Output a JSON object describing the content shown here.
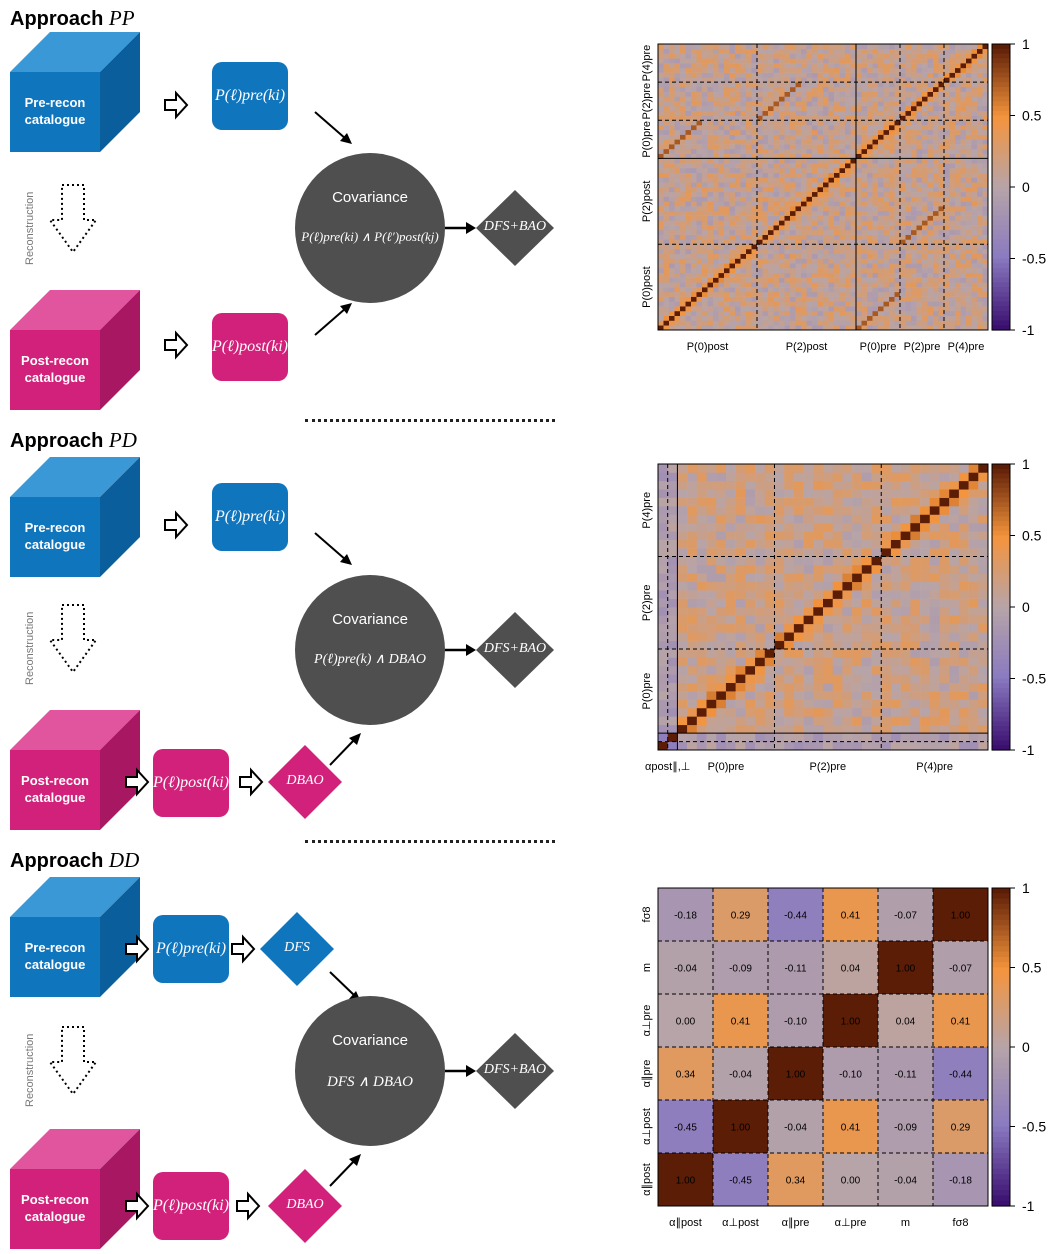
{
  "sections": [
    {
      "title_word": "Approach",
      "title_math": "PP",
      "pre_catalogue": "Pre-recon catalogue",
      "post_catalogue": "Post-recon catalogue",
      "reconstruction": "Reconstruction",
      "pre_box": "P(ℓ)pre(ki)",
      "post_box": "P(ℓ)post(ki)",
      "covariance_title": "Covariance",
      "covariance_expr": "P(ℓ)pre(ki) ∧ P(ℓ′)post(kj)",
      "output": "DFS+BAO"
    },
    {
      "title_word": "Approach",
      "title_math": "PD",
      "pre_catalogue": "Pre-recon catalogue",
      "post_catalogue": "Post-recon catalogue",
      "reconstruction": "Reconstruction",
      "pre_box": "P(ℓ)pre(ki)",
      "post_box": "P(ℓ)post(ki)",
      "post_diamond": "DBAO",
      "covariance_title": "Covariance",
      "covariance_expr": "P(ℓ)pre(k) ∧ DBAO",
      "output": "DFS+BAO"
    },
    {
      "title_word": "Approach",
      "title_math": "DD",
      "pre_catalogue": "Pre-recon catalogue",
      "post_catalogue": "Post-recon catalogue",
      "reconstruction": "Reconstruction",
      "pre_box": "P(ℓ)pre(ki)",
      "pre_diamond": "DFS",
      "post_box": "P(ℓ)post(ki)",
      "post_diamond": "DBAO",
      "covariance_title": "Covariance",
      "covariance_expr": "DFS ∧ DBAO",
      "output": "DFS+BAO"
    }
  ],
  "colors": {
    "pre": "#0f75bd",
    "post": "#d1217a",
    "node": "#4f4f4f"
  },
  "chart_data": [
    {
      "type": "heatmap",
      "matrix": "correlation",
      "colorbar_ticks": [
        "1",
        "0.5",
        "0",
        "-0.5",
        "-1"
      ],
      "colorscale": [
        "#3b0f70",
        "#8a7ac0",
        "#b7a4a8",
        "#f4943c",
        "#5c1d06"
      ],
      "x_labels": [
        "P(0)post",
        "P(2)post",
        "P(0)pre",
        "P(2)pre",
        "P(4)pre"
      ],
      "y_labels": [
        "P(0)post",
        "P(2)post",
        "P(0)pre",
        "P(2)pre",
        "P(4)pre"
      ]
    },
    {
      "type": "heatmap",
      "matrix": "correlation",
      "colorbar_ticks": [
        "1",
        "0.5",
        "0",
        "-0.5",
        "-1"
      ],
      "colorscale": [
        "#3b0f70",
        "#8a7ac0",
        "#b7a4a8",
        "#f4943c",
        "#5c1d06"
      ],
      "x_labels": [
        "αpost∥,⊥",
        "P(0)pre",
        "P(2)pre",
        "P(4)pre"
      ],
      "y_labels": [
        "P(0)pre",
        "P(2)pre",
        "P(4)pre"
      ]
    },
    {
      "type": "heatmap",
      "matrix": "correlation",
      "colorbar_ticks": [
        "1",
        "0.5",
        "0",
        "-0.5",
        "-1"
      ],
      "colorscale": [
        "#3b0f70",
        "#8a7ac0",
        "#b7a4a8",
        "#f4943c",
        "#5c1d06"
      ],
      "x_labels": [
        "α∥post",
        "α⊥post",
        "α∥pre",
        "α⊥pre",
        "m",
        "fσ8"
      ],
      "y_labels_top_to_bottom": [
        "fσ8",
        "m",
        "α⊥pre",
        "α∥pre",
        "α⊥post",
        "α∥post"
      ],
      "values_top_to_bottom": [
        [
          "-0.18",
          "0.29",
          "-0.44",
          "0.41",
          "-0.07",
          "1.00"
        ],
        [
          "-0.04",
          "-0.09",
          "-0.11",
          "0.04",
          "1.00",
          "-0.07"
        ],
        [
          "0.00",
          "0.41",
          "-0.10",
          "1.00",
          "0.04",
          "0.41"
        ],
        [
          "0.34",
          "-0.04",
          "1.00",
          "-0.10",
          "-0.11",
          "-0.44"
        ],
        [
          "-0.45",
          "1.00",
          "-0.04",
          "0.41",
          "-0.09",
          "0.29"
        ],
        [
          "1.00",
          "-0.45",
          "0.34",
          "0.00",
          "-0.04",
          "-0.18"
        ]
      ]
    }
  ]
}
